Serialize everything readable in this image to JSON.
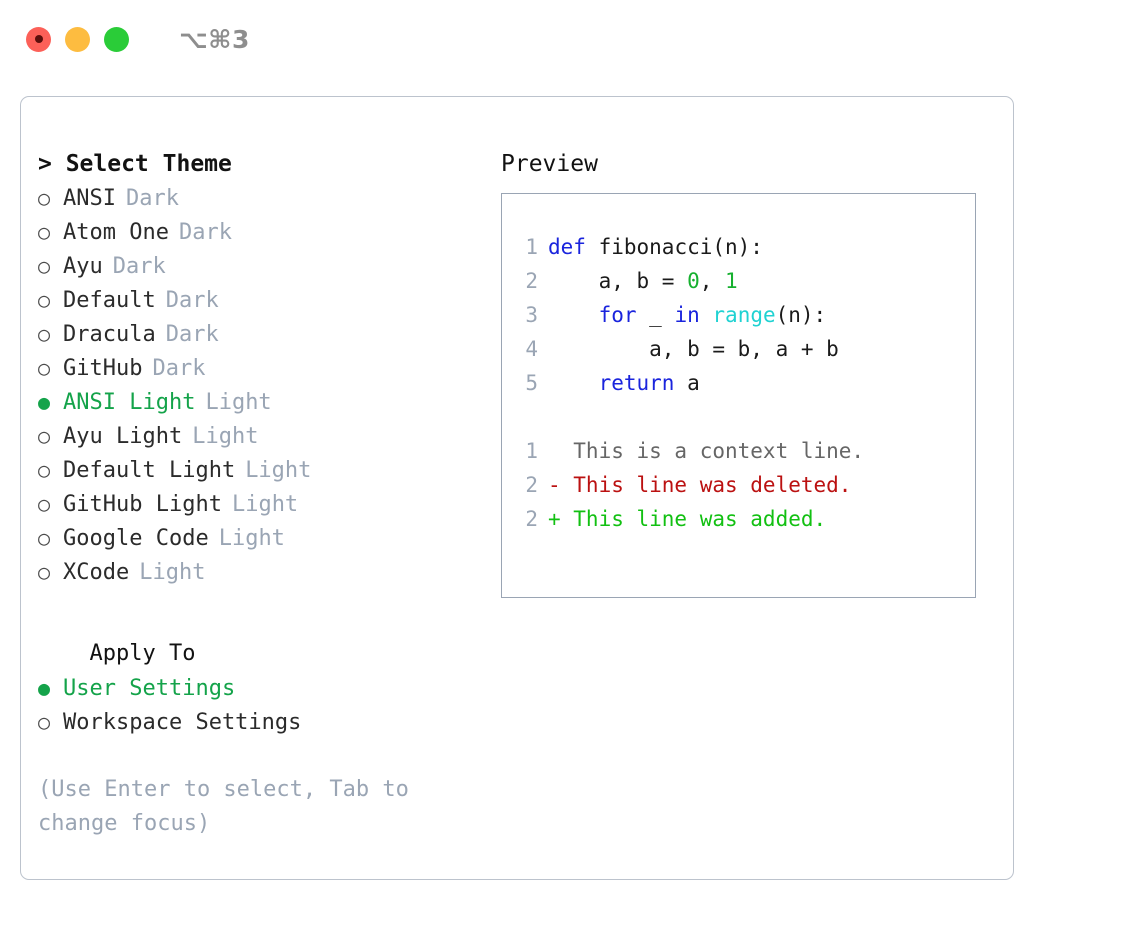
{
  "titlebar": {
    "shortcut": "⌥⌘3",
    "buttons": [
      {
        "name": "close",
        "color": "#fc6058"
      },
      {
        "name": "minimize",
        "color": "#fdbc40"
      },
      {
        "name": "maximize",
        "color": "#2acc38"
      }
    ]
  },
  "theme_picker": {
    "heading": "> Select Theme",
    "items": [
      {
        "bullet": "○",
        "name": "ANSI",
        "kind": "Dark",
        "selected": false
      },
      {
        "bullet": "○",
        "name": "Atom One",
        "kind": "Dark",
        "selected": false
      },
      {
        "bullet": "○",
        "name": "Ayu",
        "kind": "Dark",
        "selected": false
      },
      {
        "bullet": "○",
        "name": "Default",
        "kind": "Dark",
        "selected": false
      },
      {
        "bullet": "○",
        "name": "Dracula",
        "kind": "Dark",
        "selected": false
      },
      {
        "bullet": "○",
        "name": "GitHub",
        "kind": "Dark",
        "selected": false
      },
      {
        "bullet": "●",
        "name": "ANSI Light",
        "kind": "Light",
        "selected": true
      },
      {
        "bullet": "○",
        "name": "Ayu Light",
        "kind": "Light",
        "selected": false
      },
      {
        "bullet": "○",
        "name": "Default Light",
        "kind": "Light",
        "selected": false
      },
      {
        "bullet": "○",
        "name": "GitHub Light",
        "kind": "Light",
        "selected": false
      },
      {
        "bullet": "○",
        "name": "Google Code",
        "kind": "Light",
        "selected": false
      },
      {
        "bullet": "○",
        "name": "XCode",
        "kind": "Light",
        "selected": false
      }
    ]
  },
  "apply_to": {
    "heading": "  Apply To",
    "items": [
      {
        "bullet": "●",
        "label": "User Settings",
        "selected": true
      },
      {
        "bullet": "○",
        "label": "Workspace Settings",
        "selected": false
      }
    ]
  },
  "hint": "(Use Enter to select, Tab to change focus)",
  "preview": {
    "heading": "Preview",
    "code_lines": [
      {
        "num": "1",
        "tokens": [
          {
            "t": "def",
            "c": "kw"
          },
          {
            "t": " fibonacci(n):",
            "c": "plain"
          }
        ]
      },
      {
        "num": "2",
        "tokens": [
          {
            "t": "    a, b = ",
            "c": "plain"
          },
          {
            "t": "0",
            "c": "num"
          },
          {
            "t": ", ",
            "c": "plain"
          },
          {
            "t": "1",
            "c": "num"
          }
        ]
      },
      {
        "num": "3",
        "tokens": [
          {
            "t": "    ",
            "c": "plain"
          },
          {
            "t": "for",
            "c": "kw"
          },
          {
            "t": " _ ",
            "c": "plain"
          },
          {
            "t": "in",
            "c": "kw"
          },
          {
            "t": " ",
            "c": "plain"
          },
          {
            "t": "range",
            "c": "fn"
          },
          {
            "t": "(n):",
            "c": "plain"
          }
        ]
      },
      {
        "num": "4",
        "tokens": [
          {
            "t": "        a, b = b, a + b",
            "c": "plain"
          }
        ]
      },
      {
        "num": "5",
        "tokens": [
          {
            "t": "    ",
            "c": "plain"
          },
          {
            "t": "return",
            "c": "kw"
          },
          {
            "t": " a",
            "c": "plain"
          }
        ]
      }
    ],
    "diff_lines": [
      {
        "num": "1",
        "text": "  This is a context line.",
        "kind": "ctx"
      },
      {
        "num": "2",
        "text": "- This line was deleted.",
        "kind": "del"
      },
      {
        "num": "2",
        "text": "+ This line was added.",
        "kind": "add"
      }
    ]
  },
  "colors": {
    "accent_green": "#14a34a",
    "muted": "#9aa5b4",
    "keyword_blue": "#1a24dd",
    "function_cyan": "#20d2d2",
    "number_green": "#16b02f",
    "diff_deleted": "#bb1111",
    "diff_added": "#12c012",
    "border": "#bcc3cd"
  }
}
